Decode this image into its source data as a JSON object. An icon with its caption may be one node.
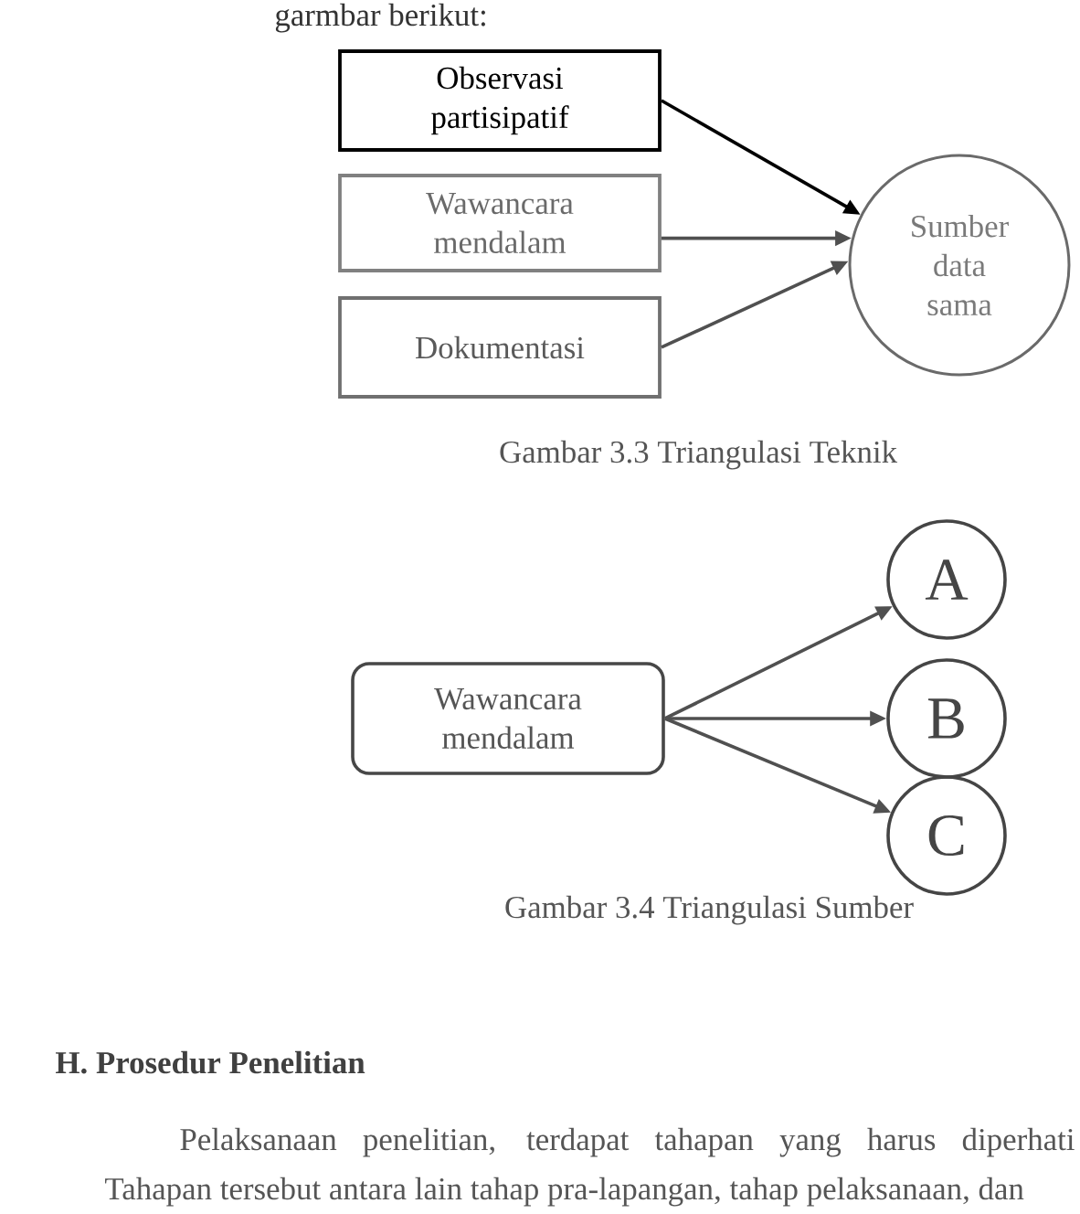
{
  "diagram": {
    "nodes": [
      {
        "text": [
          "Observasi partisipatif"
        ]
      },
      {
        "text": [
          "Wawancara mendalam"
        ]
      },
      {
        "text": [
          "Dokumentasi"
        ]
      },
      {
        "text": [
          "Sumber data sama"
        ]
      },
      {
        "text": [
          "Wawancara mendalam"
        ]
      },
      {
        "text": [
          "A"
        ]
      },
      {
        "text": [
          "B"
        ]
      },
      {
        "text": [
          "C"
        ]
      }
    ],
    "edges": [
      {
        "from": 0,
        "to": 3,
        "arrow": "to",
        "color": "#000000"
      },
      {
        "from": 1,
        "to": 3,
        "arrow": "to"
      },
      {
        "from": 2,
        "to": 3,
        "arrow": "to"
      },
      {
        "from": 4,
        "to": 5,
        "arrow": "to"
      },
      {
        "from": 4,
        "to": 6,
        "arrow": "to"
      },
      {
        "from": 4,
        "to": 7,
        "arrow": "to"
      }
    ],
    "labels": [
      "garmbar berikut:",
      "Gambar 3.3 Triangulasi Teknik",
      "Gambar 3.4 Triangulasi Sumber",
      "H. Prosedur Penelitian",
      "Pelaksanaan penelitian, terdapat tahapan yang harus diperhati",
      "Tahapan tersebut antara lain tahap pra-lapangan, tahap pelaksanaan, dan"
    ]
  }
}
